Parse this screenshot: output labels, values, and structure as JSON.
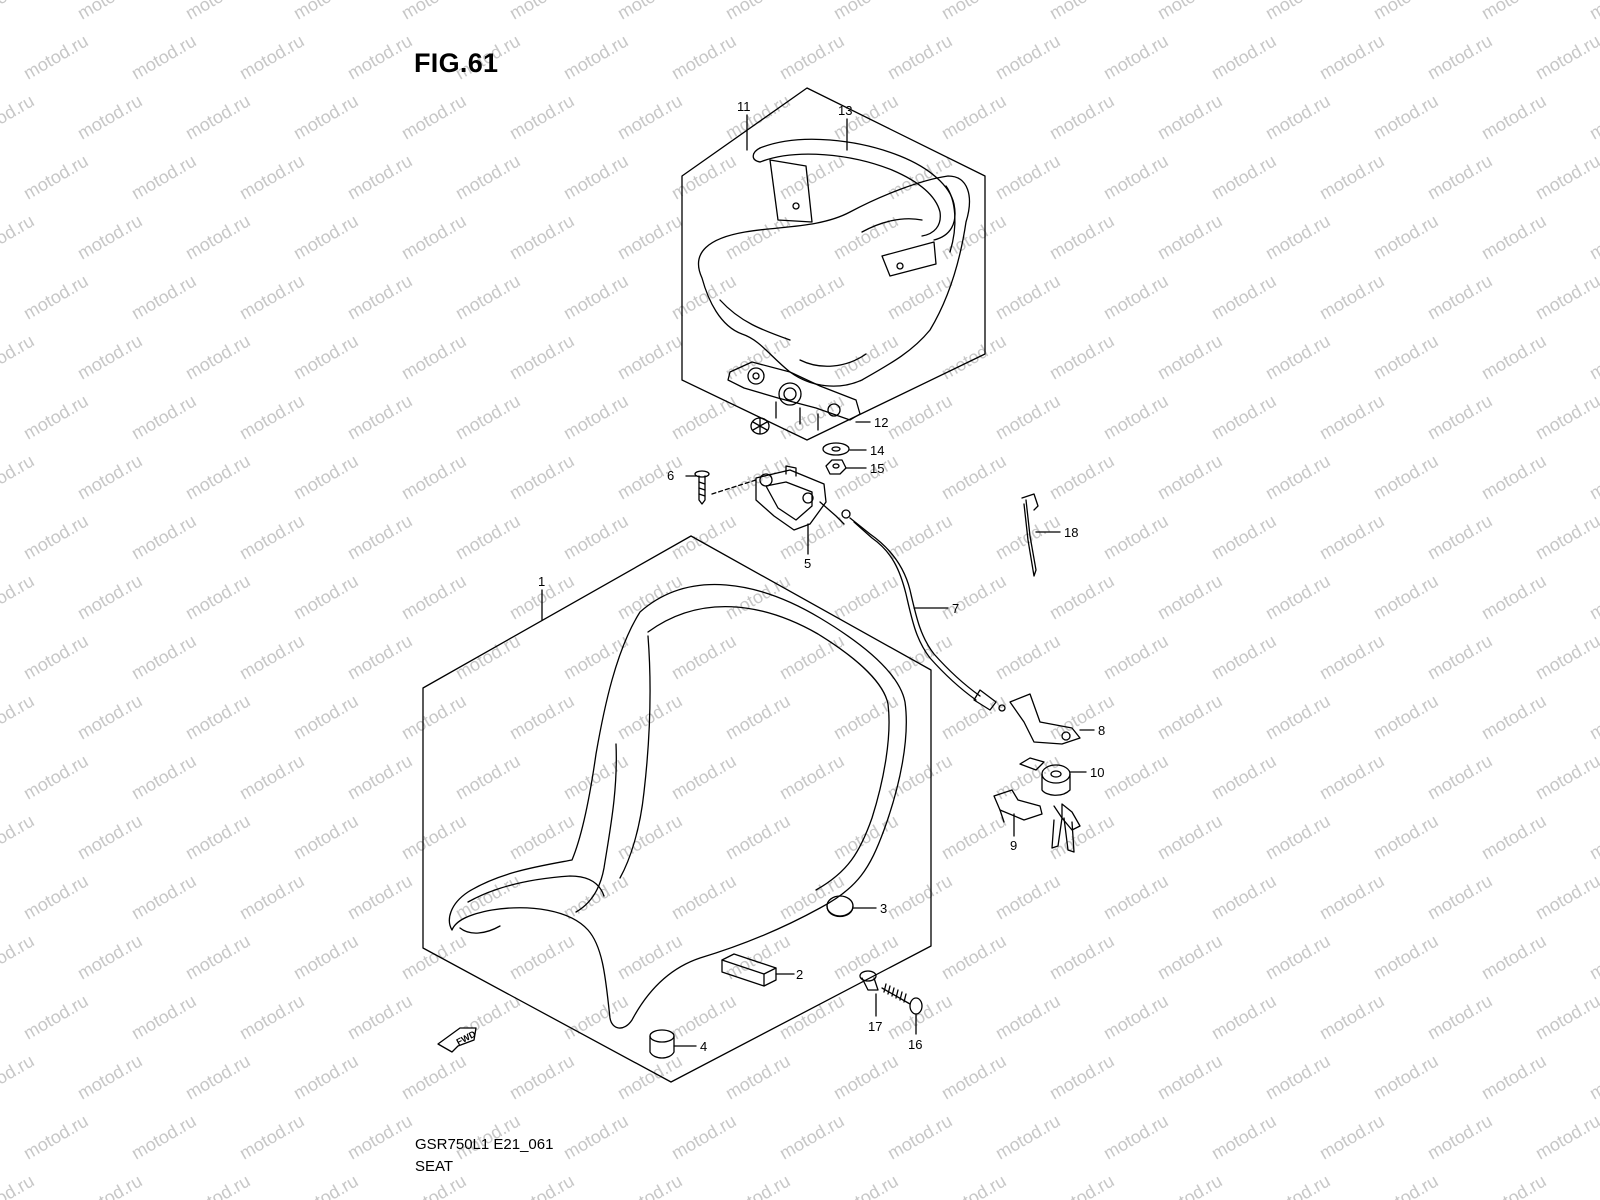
{
  "title": "FIG.61",
  "footer": {
    "code": "GSR750L1 E21_061",
    "name": "SEAT"
  },
  "watermark": "motod.ru",
  "fwd_label": "FWD",
  "callouts": [
    "1",
    "2",
    "3",
    "4",
    "5",
    "6",
    "7",
    "8",
    "9",
    "10",
    "11",
    "12",
    "13",
    "14",
    "15",
    "16",
    "17",
    "18"
  ]
}
